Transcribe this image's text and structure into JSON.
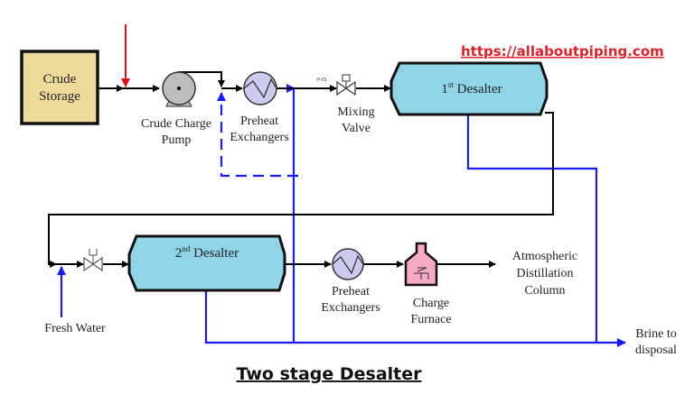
{
  "url": "https://allaboutpiping.com",
  "title": "Two stage Desalter",
  "labels": {
    "crude_storage": [
      "Crude",
      "Storage"
    ],
    "pump": [
      "Crude Charge",
      "Pump"
    ],
    "preheat1": [
      "Preheat",
      "Exchangers"
    ],
    "mixing_valve": [
      "Mixing",
      "Valve"
    ],
    "valve_tag": "P-01",
    "desalter1": {
      "num": "1",
      "sup": "st",
      "text": " Desalter"
    },
    "desalter2": {
      "num": "2",
      "sup": "nd",
      "text": " Desalter"
    },
    "preheat2": [
      "Preheat",
      "Exchangers"
    ],
    "furnace": [
      "Charge",
      "Furnace"
    ],
    "column": [
      "Atmospheric",
      "Distillation",
      "Column"
    ],
    "fresh_water": "Fresh Water",
    "brine": [
      "Brine to",
      "disposal"
    ]
  },
  "colors": {
    "storage": "#eedb9c",
    "desalter": "#90d4e8",
    "pump": "#bdbdbd",
    "exchanger": "#cbcbf0",
    "furnace": "#f5a9c4",
    "water": "#1a1aff",
    "injection": "#e01010",
    "url": "#e0202a"
  }
}
